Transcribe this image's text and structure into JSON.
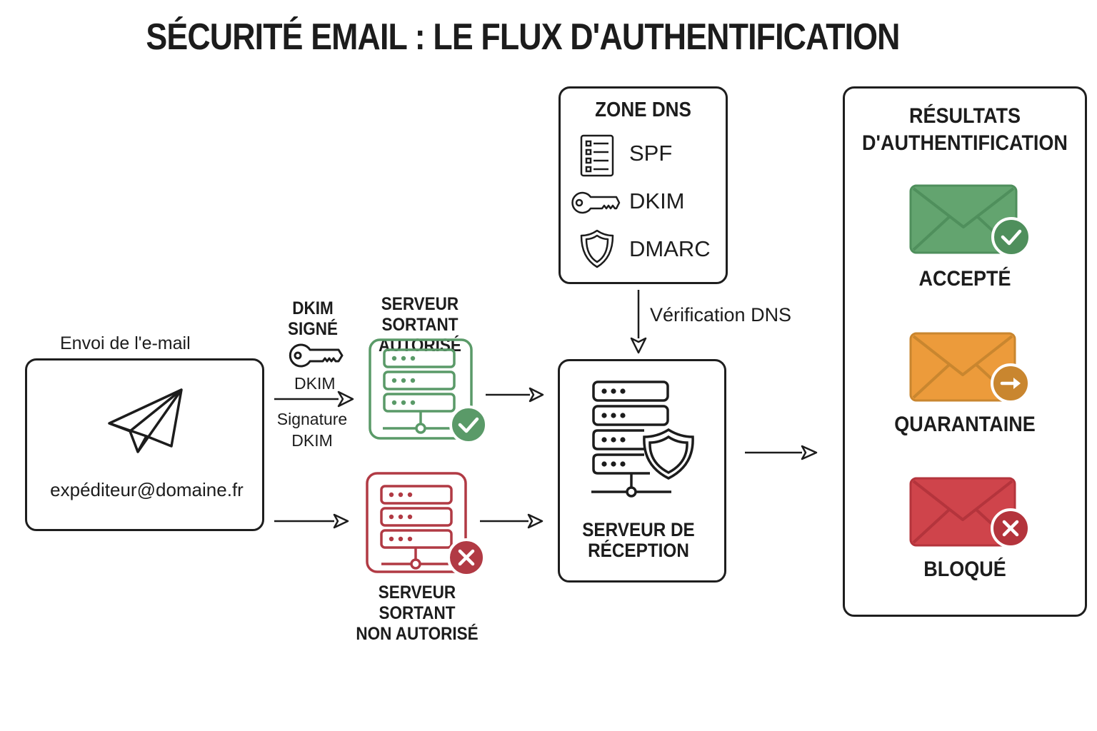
{
  "title": "SÉCURITÉ EMAIL : LE FLUX D'AUTHENTIFICATION",
  "sender": {
    "caption": "Envoi de l'e-mail",
    "address": "expéditeur@domaine.fr",
    "icon": "paper-plane-icon"
  },
  "dkim_signing": {
    "heading_line1": "DKIM",
    "heading_line2": "SIGNÉ",
    "icon": "key-icon",
    "arrow_label_top": "DKIM",
    "arrow_label_bottom_line1": "Signature",
    "arrow_label_bottom_line2": "DKIM"
  },
  "authorized_server": {
    "label_line1": "SERVEUR SORTANT",
    "label_line2": "AUTORISÉ",
    "status": "check",
    "color": "#5a9a68"
  },
  "unauthorized_server": {
    "label_line1": "SERVEUR SORTANT",
    "label_line2": "NON AUTORISÉ",
    "status": "cross",
    "color": "#b13a44"
  },
  "dns_zone": {
    "title": "ZONE DNS",
    "records": [
      {
        "label": "SPF",
        "icon": "checklist-icon"
      },
      {
        "label": "DKIM",
        "icon": "key-icon"
      },
      {
        "label": "DMARC",
        "icon": "shield-icon"
      }
    ]
  },
  "dns_check_label": "Vérification DNS",
  "receiving_server": {
    "label_line1": "SERVEUR DE",
    "label_line2": "RÉCEPTION",
    "icon": "server-shield-icon"
  },
  "results": {
    "title_line1": "RÉSULTATS",
    "title_line2": "D'AUTHENTIFICATION",
    "items": [
      {
        "label": "ACCEPTÉ",
        "icon": "envelope-check-icon",
        "color": "#63a46f",
        "badge_color": "#4f8f5c"
      },
      {
        "label": "QUARANTAINE",
        "icon": "envelope-arrow-icon",
        "color": "#ec9b3b",
        "badge_color": "#c9862f"
      },
      {
        "label": "BLOQUÉ",
        "icon": "envelope-x-icon",
        "color": "#cf444b",
        "badge_color": "#b4343c"
      }
    ]
  }
}
